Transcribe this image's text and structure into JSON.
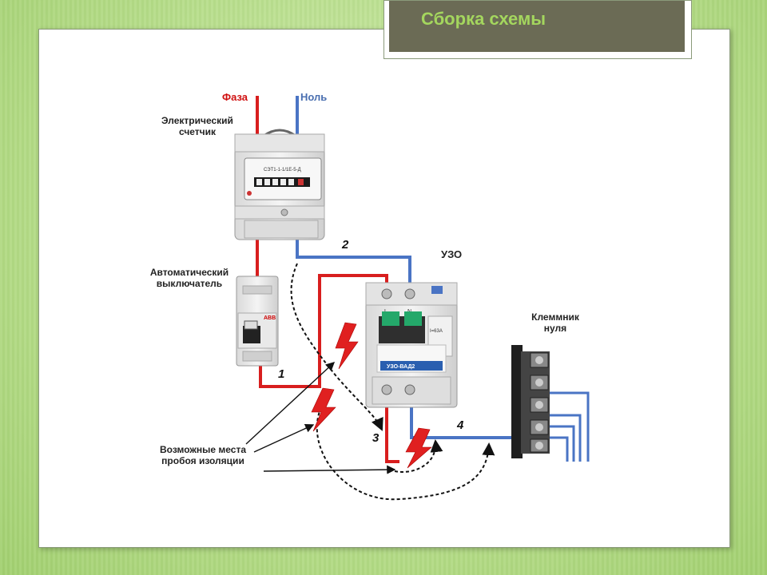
{
  "slide": {
    "title": "Сборка схемы"
  },
  "labels": {
    "phase": "Фаза",
    "neutral": "Ноль",
    "meter_line1": "Электрический",
    "meter_line2": "счетчик",
    "breaker_line1": "Автоматический",
    "breaker_line2": "выключатель",
    "rcd": "УЗО",
    "terminal_line1": "Клеммник",
    "terminal_line2": "нуля",
    "breakdown_line1": "Возможные места",
    "breakdown_line2": "пробоя изоляции"
  },
  "wire_numbers": [
    "1",
    "2",
    "3",
    "4"
  ],
  "device_texts": {
    "meter_model": "СЭТ1-1-1/1Е-5-Д",
    "rcd_model": "УЗО-ВАД2",
    "rcd_terminal_l": "L",
    "rcd_terminal_n": "N",
    "rcd_rating": "I=63А",
    "breaker_brand": "ABB"
  },
  "colors": {
    "phase_wire": "#d81e1e",
    "neutral_wire": "#4a74c4",
    "title_bg": "#6b6b55",
    "title_text": "#a4d65e",
    "spark": "#e02020"
  }
}
